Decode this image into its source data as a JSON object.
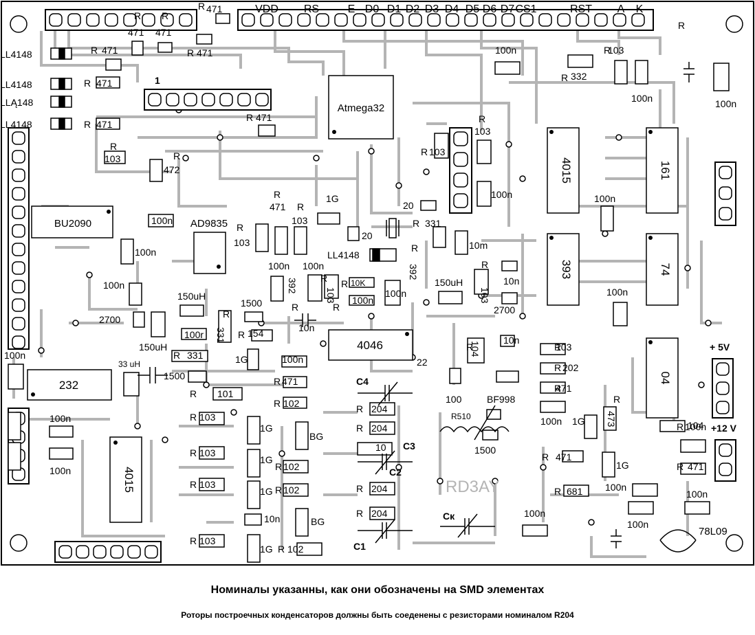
{
  "board": {
    "connector_labels": [
      "VDD",
      "RS",
      "E",
      "D0",
      "D1",
      "D2",
      "D3",
      "D4",
      "D5",
      "D6",
      "D7",
      "CS1",
      "RST",
      "A",
      "K"
    ],
    "header1_label": "1",
    "chips": [
      {
        "name": "atmega32",
        "label": "Atmega32"
      },
      {
        "name": "bu2090",
        "label": "BU2090"
      },
      {
        "name": "ad9835",
        "label": "AD9835"
      },
      {
        "name": "4015-top",
        "label": "4015"
      },
      {
        "name": "161",
        "label": "161"
      },
      {
        "name": "393",
        "label": "393"
      },
      {
        "name": "74",
        "label": "74"
      },
      {
        "name": "4046",
        "label": "4046"
      },
      {
        "name": "04",
        "label": "04"
      },
      {
        "name": "232",
        "label": "232"
      },
      {
        "name": "4015-bottom",
        "label": "4015"
      }
    ],
    "diode_label": "LL4148",
    "diode_label_alt": "LLĄ148",
    "ref_r": "R",
    "power_labels": {
      "plus5": "+ 5V",
      "plus12": "+12 V"
    },
    "transistor": "BF998",
    "regulator": "78L09",
    "signature": "RD3AY",
    "trimmers": {
      "c1": "C1",
      "c2": "C2",
      "c3": "C3",
      "c4": "C4",
      "ck": "Cк"
    },
    "coil": "R510",
    "values": {
      "v471": "471",
      "v103": "103",
      "v100n": "100n",
      "v472": "472",
      "v332": "332",
      "v20": "20",
      "v331": "331",
      "v10m": "10m",
      "v392": "392",
      "v10k": "10K",
      "v150uH": "150uH",
      "v2700": "2700",
      "v1500": "1500",
      "v10n": "10n",
      "v154": "154",
      "v100r": "100r",
      "v150uH2": "150uH",
      "v33uH": "33 uH",
      "v101": "101",
      "v102": "102",
      "v1G": "1G",
      "vBG": "BG",
      "v204": "204",
      "v10": "10",
      "v22": "22",
      "v100": "100",
      "v104": "104",
      "v202": "202",
      "v473": "473",
      "v681": "681",
      "v1G2": "1G"
    }
  },
  "captions": {
    "line1": "Номиналы указанны, как они обозначены на SMD элементах",
    "line2": "Роторы построечных конденсаторов должны быть соеденены с резисторами номиналом R204"
  },
  "colors": {
    "trace": "#b4b4b4",
    "ink": "#000000",
    "pad": "#ffffff"
  }
}
